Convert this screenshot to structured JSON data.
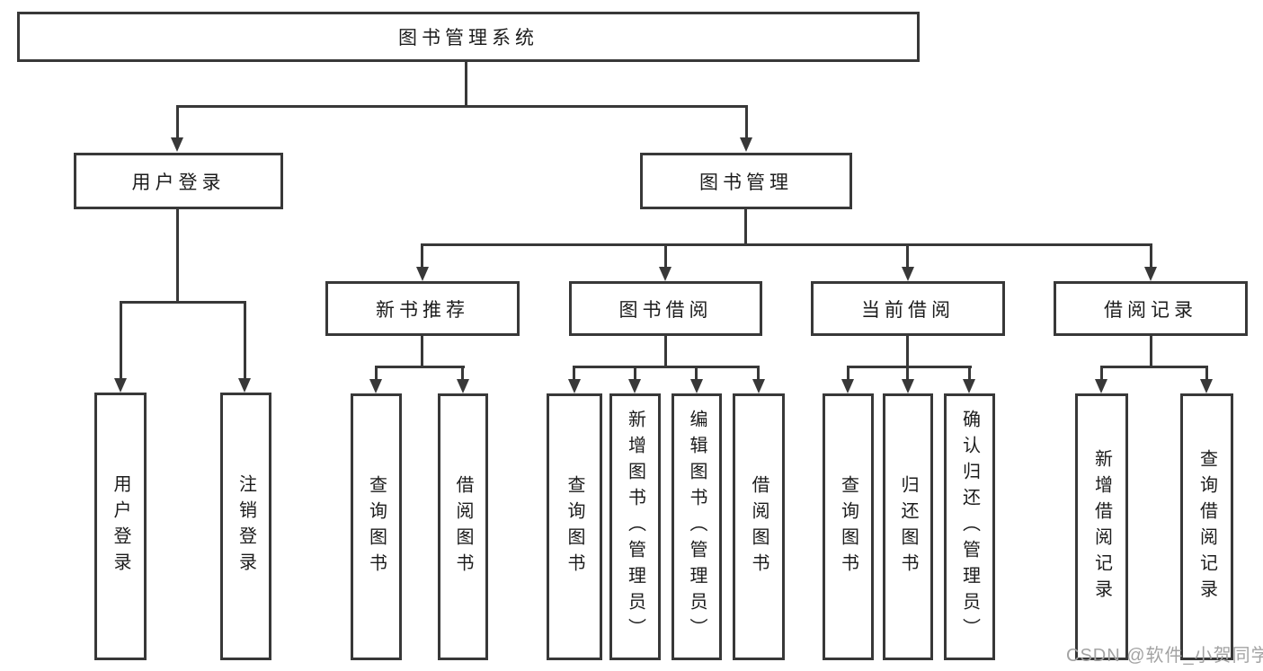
{
  "diagram": {
    "title": "图书管理系统",
    "colors": {
      "line": "#383838",
      "box_border": "#383838",
      "box_background": "#ffffff",
      "text": "#1c1c1c",
      "watermark": "#a3a3a3"
    },
    "nodes": {
      "root": "图书管理系统",
      "user_login": "用户登录",
      "book_management": "图书管理",
      "new_book_recommend": "新书推荐",
      "book_borrowing": "图书借阅",
      "current_borrowing": "当前借阅",
      "borrowing_records": "借阅记录",
      "leaf_user_login": "用户登录",
      "leaf_logout": "注销登录",
      "leaf_query_books_1": "查询图书",
      "leaf_borrow_books_1": "借阅图书",
      "leaf_query_books_2": "查询图书",
      "leaf_add_book_admin": "新增图书（管理员）",
      "leaf_edit_book_admin": "编辑图书（管理员）",
      "leaf_borrow_books_2": "借阅图书",
      "leaf_query_books_3": "查询图书",
      "leaf_return_books": "归还图书",
      "leaf_confirm_return_admin": "确认归还（管理员）",
      "leaf_add_borrow_record": "新增借阅记录",
      "leaf_query_borrow_record": "查询借阅记录"
    },
    "structure": {
      "图书管理系统": [
        "用户登录",
        "图书管理"
      ],
      "用户登录": [
        "用户登录",
        "注销登录"
      ],
      "图书管理": [
        "新书推荐",
        "图书借阅",
        "当前借阅",
        "借阅记录"
      ],
      "新书推荐": [
        "查询图书",
        "借阅图书"
      ],
      "图书借阅": [
        "查询图书",
        "新增图书（管理员）",
        "编辑图书（管理员）",
        "借阅图书"
      ],
      "当前借阅": [
        "查询图书",
        "归还图书",
        "确认归还（管理员）"
      ],
      "借阅记录": [
        "新增借阅记录",
        "查询借阅记录"
      ]
    },
    "watermark": "CSDN @软件_小贺同学"
  }
}
